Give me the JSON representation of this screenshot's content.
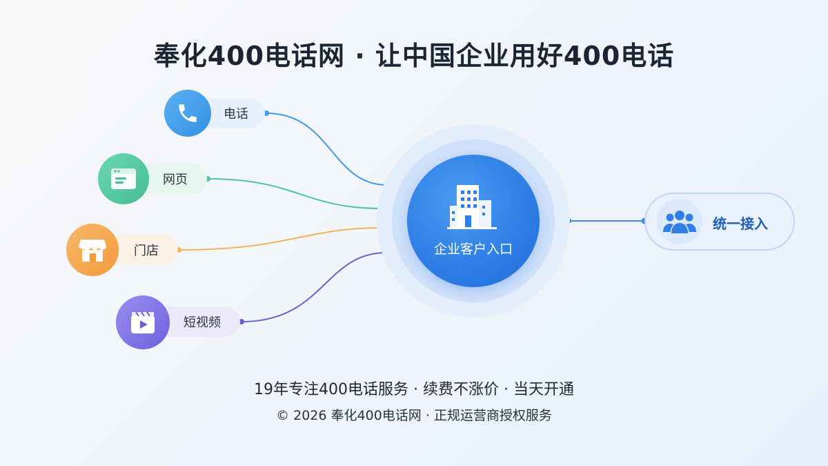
{
  "title": "奉化400电话网 · 让中国企业用好400电话",
  "channels": [
    {
      "label": "电话",
      "icon": "phone-icon",
      "color": "#3d9bea"
    },
    {
      "label": "网页",
      "icon": "browser-icon",
      "color": "#4cc79e"
    },
    {
      "label": "门店",
      "icon": "store-icon",
      "color": "#f5a54f"
    },
    {
      "label": "短视频",
      "icon": "video-icon",
      "color": "#7b6fe0"
    }
  ],
  "hub": {
    "label": "企业客户入口",
    "icon": "building-icon",
    "color": "#2f7fe6"
  },
  "output": {
    "label": "统一接入",
    "icon": "users-icon"
  },
  "tagline": "19年专注400电话服务 · 续费不涨价 · 当天开通",
  "copyright": "© 2026 奉化400电话网 · 正规运营商授权服务"
}
